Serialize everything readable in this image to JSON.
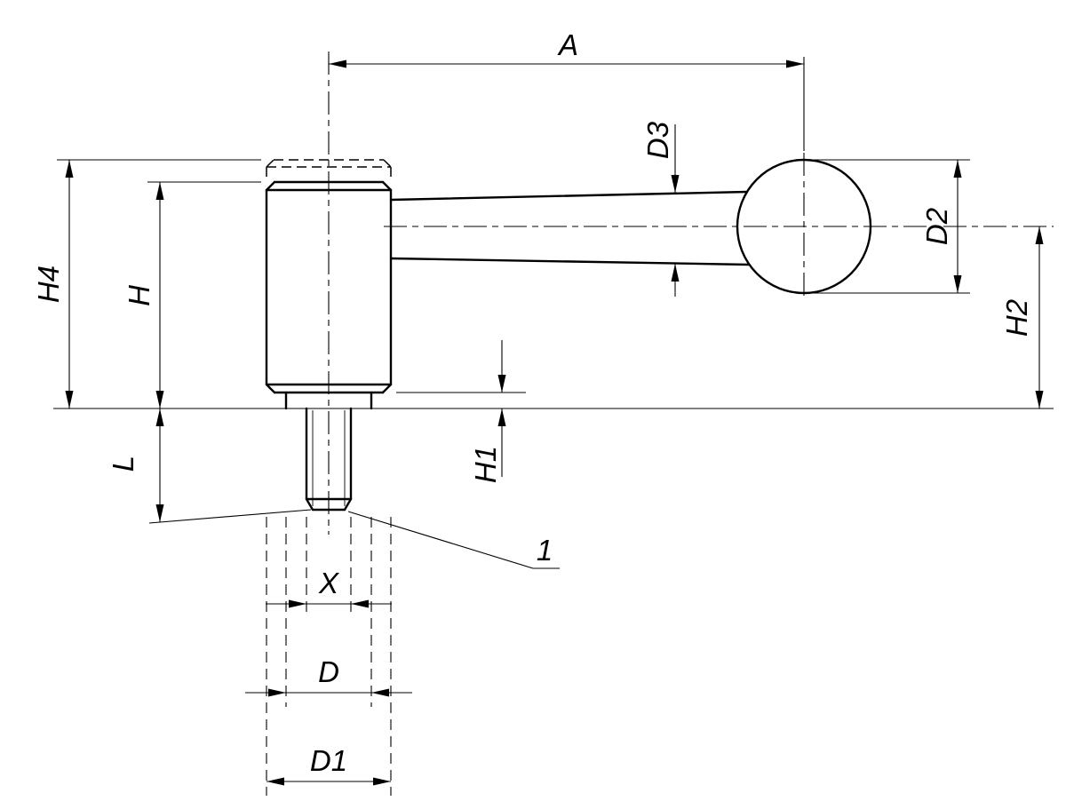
{
  "drawing": {
    "description": "Dimensioned engineering line drawing of an adjustable tension lever: cylindrical body with phantom raised position, lever arm with ball knob, serrated flange and external threaded stud on a mounting surface line",
    "background": "#ffffff",
    "line_color": "#000000"
  },
  "labels": {
    "A": "A",
    "D3": "D3",
    "D2": "D2",
    "H2": "H2",
    "H4": "H4",
    "H": "H",
    "H1": "H1",
    "L": "L",
    "X": "X",
    "D": "D",
    "D1": "D1",
    "ref1": "1"
  },
  "dimension_list": [
    "A",
    "D",
    "D1",
    "D2",
    "D3",
    "H",
    "H1",
    "H2",
    "H4",
    "L",
    "X"
  ]
}
